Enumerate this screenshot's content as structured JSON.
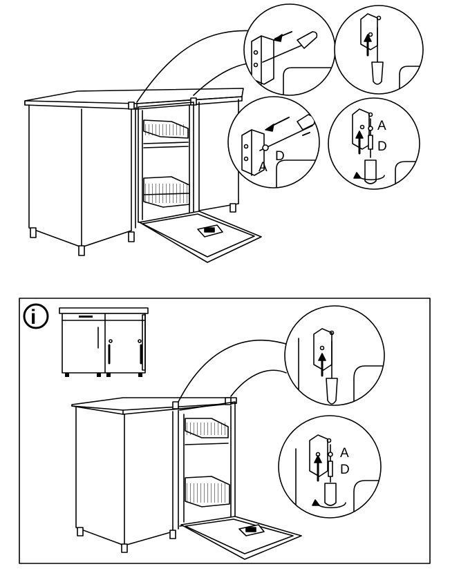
{
  "top_figure": {
    "callouts": {
      "screwdriver_detail": {},
      "screwdriver_detail_2": {},
      "screw_detail": {
        "label_a": "A",
        "label_d": "D"
      },
      "screw_detail_2": {
        "label_a": "A",
        "label_d": "D"
      }
    }
  },
  "bottom_figure": {
    "info_icon": "info-icon",
    "callouts": {
      "screwdriver_detail": {},
      "screw_detail": {
        "label_a": "A",
        "label_d": "D"
      }
    }
  }
}
